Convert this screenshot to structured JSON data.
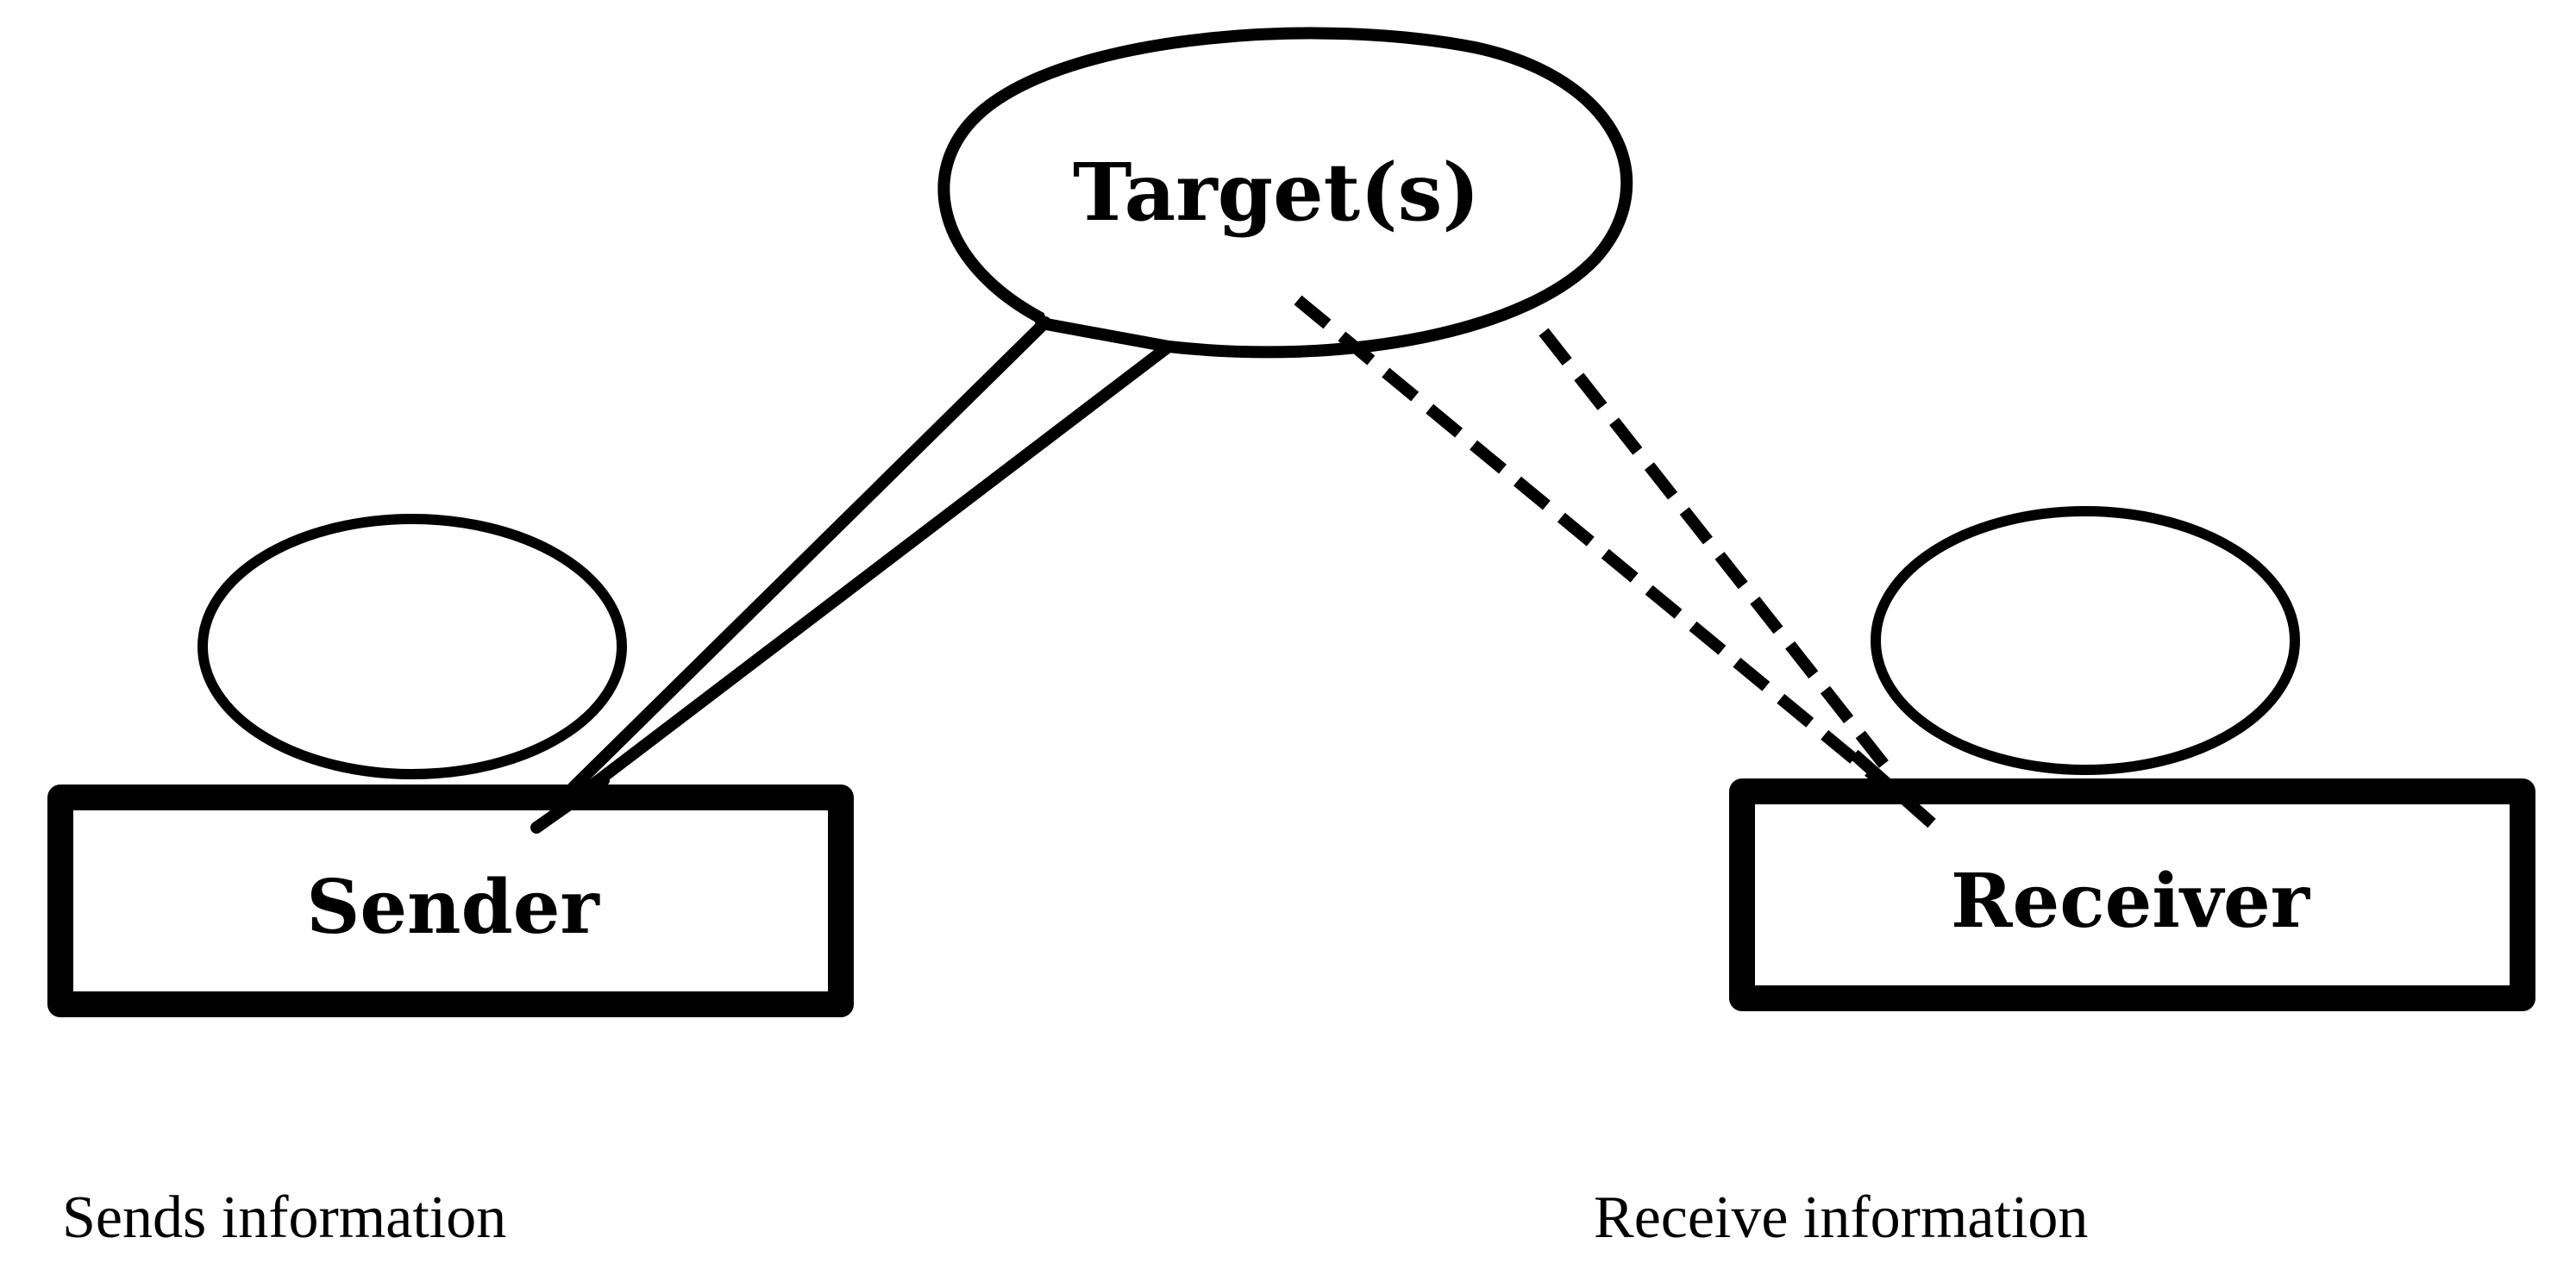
{
  "diagram": {
    "target_label": "Target(s)",
    "sender_label": "Sender",
    "receiver_label": "Receiver",
    "sender_caption": "Sends information",
    "receiver_caption": "Receive information"
  },
  "colors": {
    "stroke": "#000000",
    "background": "#ffffff"
  }
}
